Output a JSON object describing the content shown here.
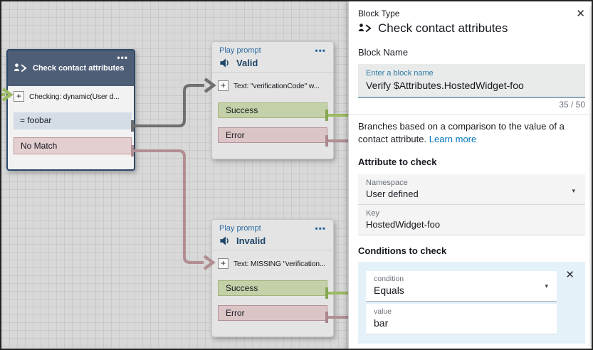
{
  "icons": {
    "dots": "•••",
    "caret": "▾",
    "close": "✕",
    "plus": "+"
  },
  "colors": {
    "block_header_navy": "#4e5e76",
    "success_green_bg": "#c3d0a8",
    "error_pink_bg": "#dcc5c7",
    "match_blue_bg": "#d4dde6",
    "link_blue": "#0073bb",
    "conditions_panel_blue": "#e4f1f9",
    "connector_gray": "#6f6f6f",
    "connector_pink": "#b18e92",
    "connector_green": "#9cba5f"
  },
  "canvas": {
    "check_block": {
      "title": "Check contact attributes",
      "checking_row": "Checking: dynamic(User d...",
      "match_row": "= foobar",
      "no_match_row": "No Match"
    },
    "valid_block": {
      "type": "Play prompt",
      "name": "Valid",
      "text_row": "Text: \"verificationCode\" w...",
      "success_row": "Success",
      "error_row": "Error"
    },
    "invalid_block": {
      "type": "Play prompt",
      "name": "Invalid",
      "text_row": "Text: MISSING \"verification...",
      "success_row": "Success",
      "error_row": "Error"
    }
  },
  "panel": {
    "block_type_label": "Block Type",
    "block_type_value": "Check contact attributes",
    "block_name_label": "Block Name",
    "name_input": {
      "placeholder": "Enter a block name",
      "value": "Verify $Attributes.HostedWidget-foo",
      "counter": "35 / 50"
    },
    "description": "Branches based on a comparison to the value of a contact attribute.",
    "learn_more": "Learn more",
    "attribute_section": {
      "title": "Attribute to check",
      "namespace_label": "Namespace",
      "namespace_value": "User defined",
      "key_label": "Key",
      "key_value": "HostedWidget-foo"
    },
    "conditions_section": {
      "title": "Conditions to check",
      "condition_label": "condition",
      "condition_value": "Equals",
      "value_label": "value",
      "value_value": "bar"
    }
  }
}
